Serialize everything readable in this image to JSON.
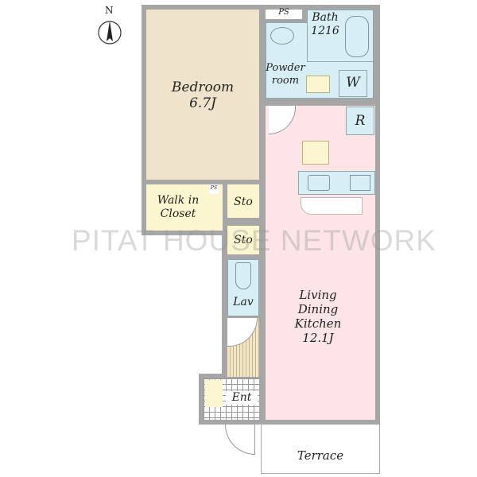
{
  "compass": {
    "label": "N"
  },
  "rooms": {
    "bedroom": {
      "name": "Bedroom",
      "size": "6.7J"
    },
    "ps_top": "PS",
    "bath": {
      "name": "Bath",
      "size": "1216"
    },
    "powder": {
      "name": "Powder",
      "name2": "room"
    },
    "washer": "W",
    "fridge": "R",
    "closet": {
      "name": "Walk in",
      "name2": "Closet"
    },
    "ps_small": "PS",
    "sto1": "Sto",
    "sto2": "Sto",
    "lav": "Lav",
    "ldk": {
      "l1": "Living",
      "l2": "Dining",
      "l3": "Kitchen",
      "size": "12.1J"
    },
    "ent": "Ent",
    "terrace": "Terrace"
  },
  "watermark": "PITAT HOUSE NETWORK"
}
